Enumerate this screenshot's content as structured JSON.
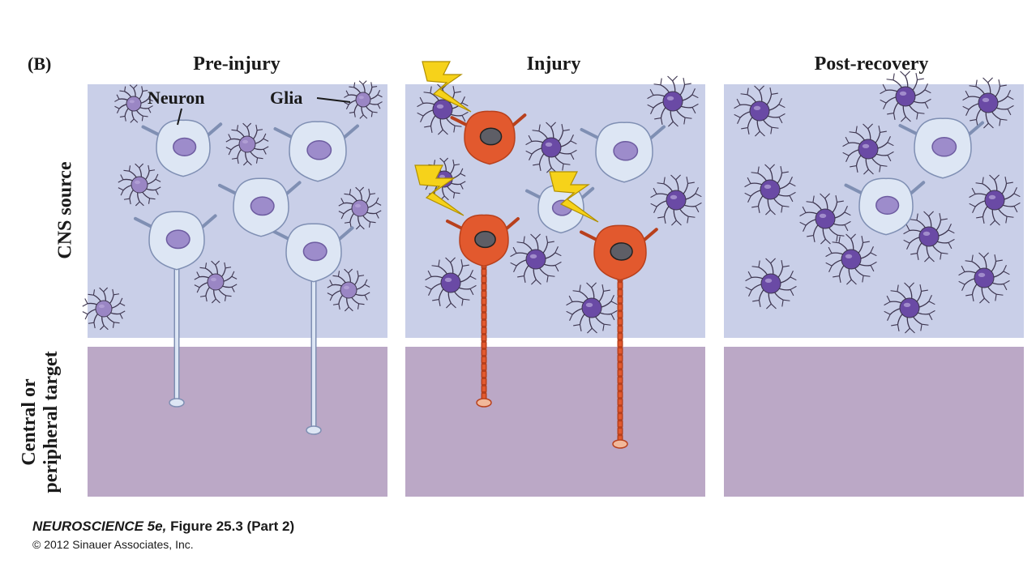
{
  "figure_label": "(B)",
  "columns": [
    {
      "title": "Pre-injury"
    },
    {
      "title": "Injury"
    },
    {
      "title": "Post-recovery"
    }
  ],
  "rows": {
    "top": "CNS source",
    "bottom_line1": "Central or",
    "bottom_line2": "peripheral target"
  },
  "callouts": {
    "neuron": "Neuron",
    "glia": "Glia"
  },
  "credit": {
    "book": "NEUROSCIENCE 5e,",
    "figure": "Figure 25.3 (Part 2)",
    "copyright": "© 2012 Sinauer Associates, Inc."
  },
  "colors": {
    "cns_region": "#c9cfe8",
    "target_region": "#bba8c6",
    "healthy_neuron": "#dde6f4",
    "injured_neuron": "#e2592e",
    "glia_cell": "#6a4aa5",
    "lightning": "#f6d21a"
  }
}
